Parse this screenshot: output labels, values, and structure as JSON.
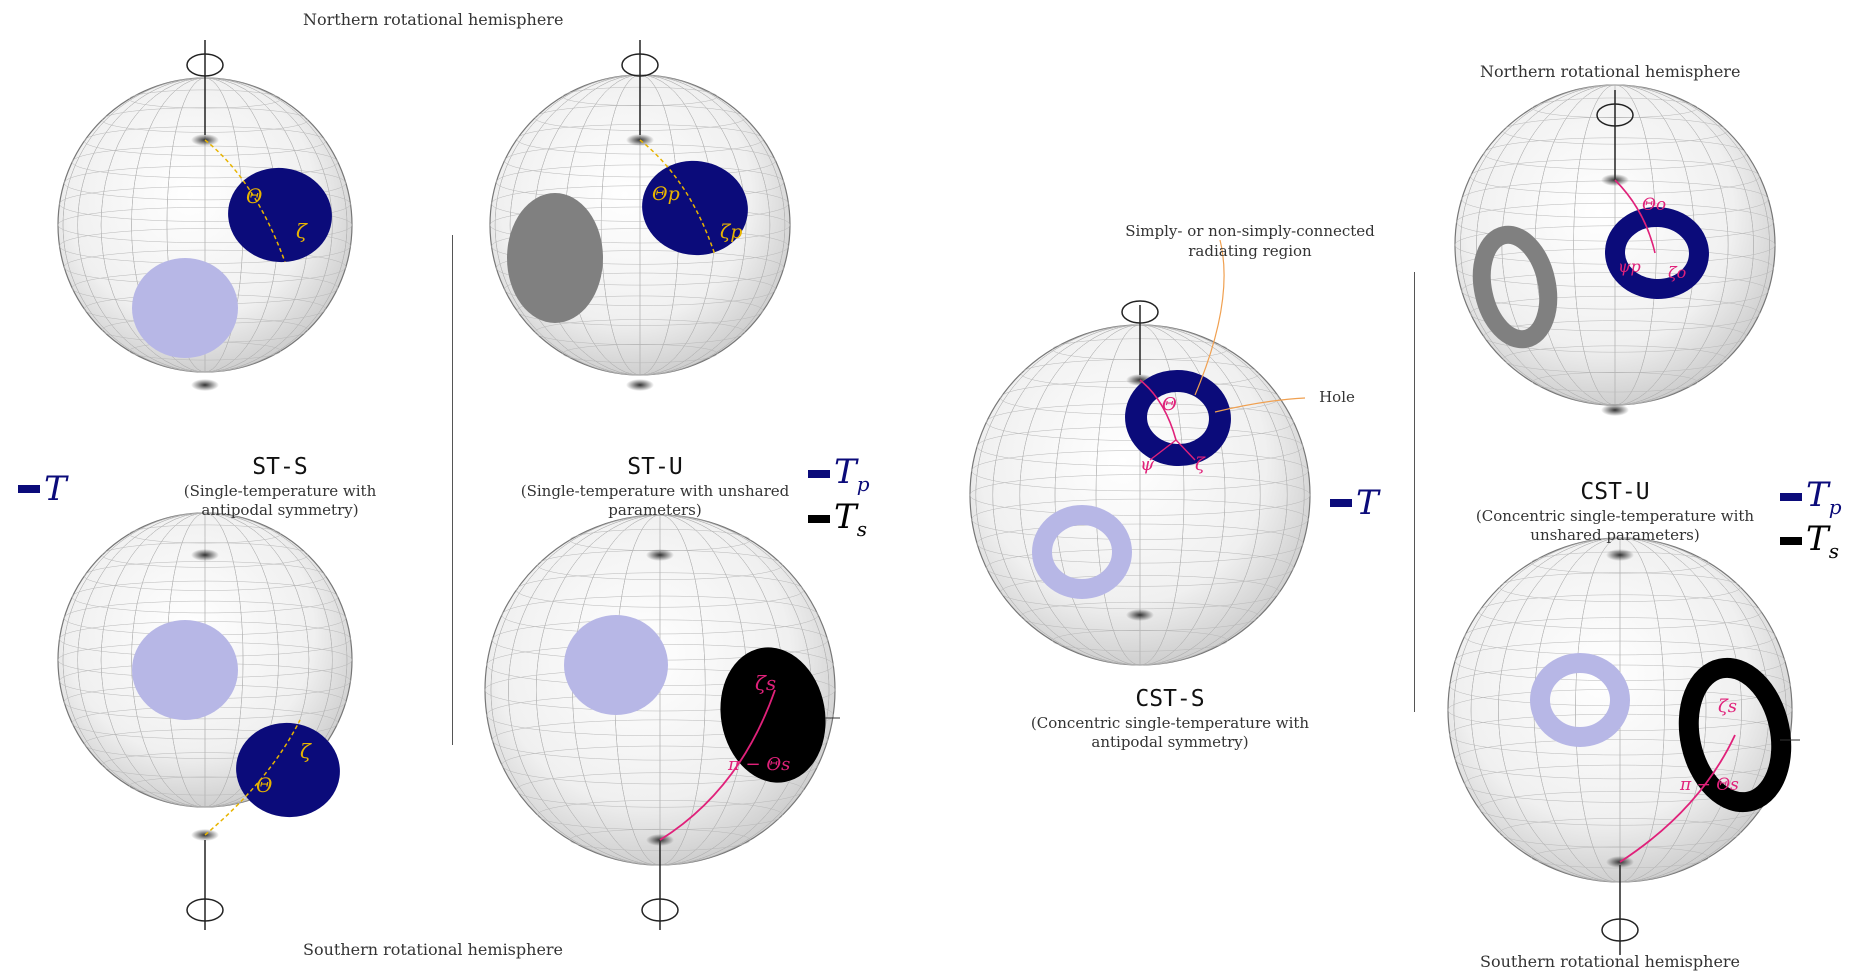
{
  "colors": {
    "hot_region": "#0b0b7a",
    "faded_region": "#b7b7e6",
    "secondary_region": "#000000",
    "unshared_ghost": "#808080",
    "pink_line": "#e0217a",
    "yellow_line": "#e8b400",
    "orange_leader": "#f0a050"
  },
  "labels": {
    "north_left": "Northern rotational hemisphere",
    "south_left": "Southern rotational hemisphere",
    "north_right": "Northern rotational hemisphere",
    "south_right": "Southern rotational hemisphere",
    "region_note": "Simply- or non-simply-connected radiating region",
    "hole": "Hole"
  },
  "models": [
    {
      "code": "ST-S",
      "desc": "(Single-temperature with antipodal symmetry)"
    },
    {
      "code": "ST-U",
      "desc": "(Single-temperature with unshared parameters)"
    },
    {
      "code": "CST-S",
      "desc": "(Concentric single-temperature with antipodal symmetry)"
    },
    {
      "code": "CST-U",
      "desc": "(Concentric single-temperature with unshared parameters)"
    }
  ],
  "legend": {
    "T": "T",
    "Tp_base": "T",
    "Tp_sub": "p",
    "Ts_base": "T",
    "Ts_sub": "s"
  },
  "symbols": {
    "theta": "Θ",
    "theta_p": "Θp",
    "zeta": "ζ",
    "zeta_p": "ζp",
    "zeta_s": "ζs",
    "psi": "ψ",
    "psi_p": "ψp",
    "pi_minus_theta_s": "π − Θs",
    "theta_o": "Θo",
    "zeta_o": "ζo"
  }
}
